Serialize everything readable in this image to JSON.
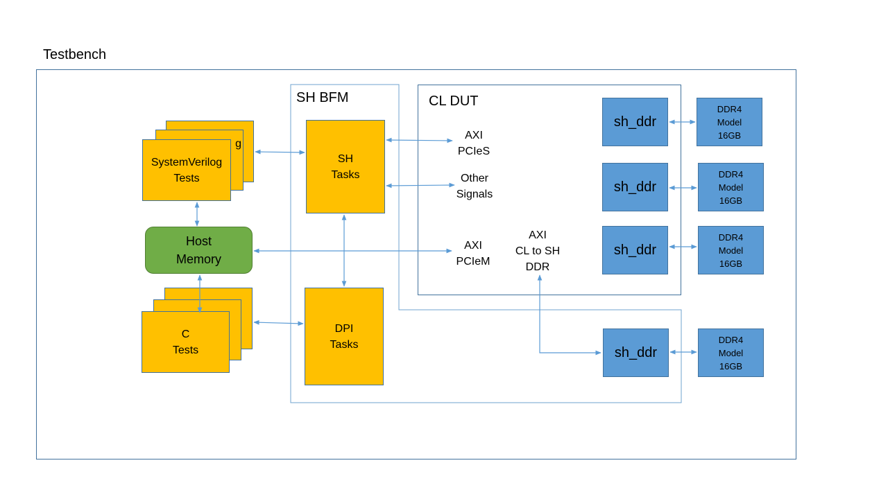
{
  "testbench": {
    "title": "Testbench"
  },
  "sh_bfm": {
    "title": "SH BFM"
  },
  "cl_dut": {
    "title": "CL DUT"
  },
  "sv_tests": {
    "back_label": "g",
    "label": "SystemVerilog\nTests"
  },
  "c_tests": {
    "label": "C\nTests"
  },
  "host_memory": {
    "label": "Host\nMemory"
  },
  "sh_tasks": {
    "label": "SH\nTasks"
  },
  "dpi_tasks": {
    "label": "DPI\nTasks"
  },
  "signals": {
    "axi_pcies": "AXI\nPCIeS",
    "other_signals": "Other\nSignals",
    "axi_pciem": "AXI\nPCIeM",
    "axi_cl_to_sh_ddr": "AXI\nCL to SH\nDDR"
  },
  "sh_ddr_blocks": [
    "sh_ddr",
    "sh_ddr",
    "sh_ddr",
    "sh_ddr"
  ],
  "ddr4_models": [
    "DDR4\nModel\n16GB",
    "DDR4\nModel\n16GB",
    "DDR4\nModel\n16GB",
    "DDR4\nModel\n16GB"
  ],
  "colors": {
    "frame": "#41719c",
    "yellow": "#ffc000",
    "blue": "#5b9bd5",
    "green": "#70ad47",
    "arrow": "#5b9bd5"
  }
}
